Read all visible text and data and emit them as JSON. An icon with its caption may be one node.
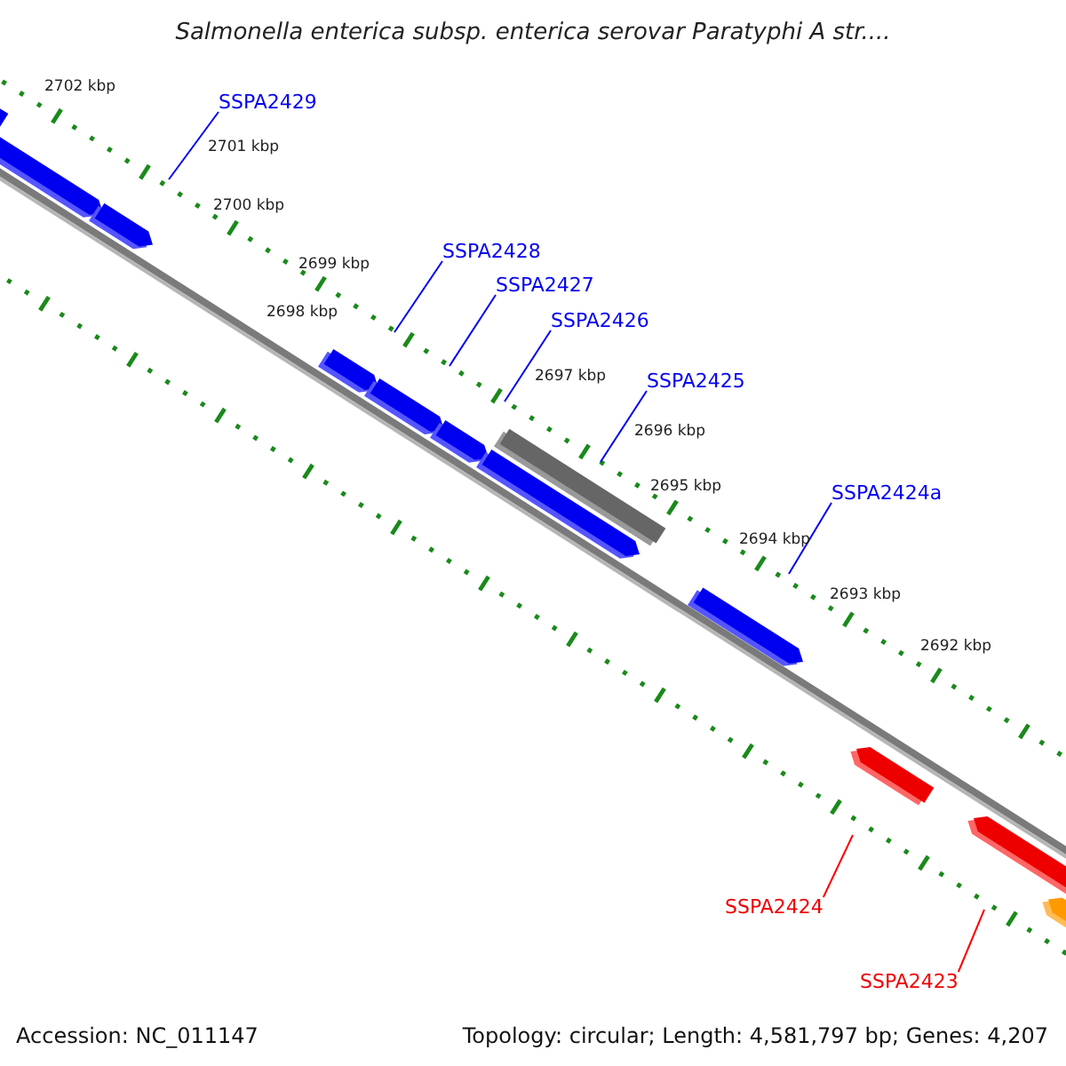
{
  "diagram": {
    "title": "Salmonella enterica subsp. enterica serovar Paratyphi A str....",
    "nodes": [
      {
        "text": [
          "SSPA2429"
        ]
      },
      {
        "text": [
          "SSPA2428"
        ]
      },
      {
        "text": [
          "SSPA2427"
        ]
      },
      {
        "text": [
          "SSPA2426"
        ]
      },
      {
        "text": [
          "SSPA2425"
        ]
      },
      {
        "text": [
          "SSPA2424a"
        ]
      },
      {
        "text": [
          "SSPA2424"
        ]
      },
      {
        "text": [
          "SSPA2423"
        ]
      }
    ],
    "edges": [
      {
        "from": 0,
        "to": null,
        "arrow": "none"
      },
      {
        "from": 1,
        "to": null,
        "arrow": "none"
      },
      {
        "from": 2,
        "to": null,
        "arrow": "none"
      },
      {
        "from": 3,
        "to": null,
        "arrow": "none"
      },
      {
        "from": 4,
        "to": null,
        "arrow": "none"
      },
      {
        "from": 5,
        "to": null,
        "arrow": "none"
      },
      {
        "from": 6,
        "to": null,
        "arrow": "none",
        "color": "#ff0000"
      },
      {
        "from": 7,
        "to": null,
        "arrow": "none",
        "color": "#ff0000"
      }
    ],
    "labels": [
      "2702 kbp",
      "2701 kbp",
      "2700 kbp",
      "2699 kbp",
      "2698 kbp",
      "2697 kbp",
      "2696 kbp",
      "2695 kbp",
      "2694 kbp",
      "2693 kbp",
      "2692 kbp",
      "Accession: NC_011147",
      "Topology: circular; Length: 4,581,797 bp; Genes: 4,207"
    ]
  }
}
